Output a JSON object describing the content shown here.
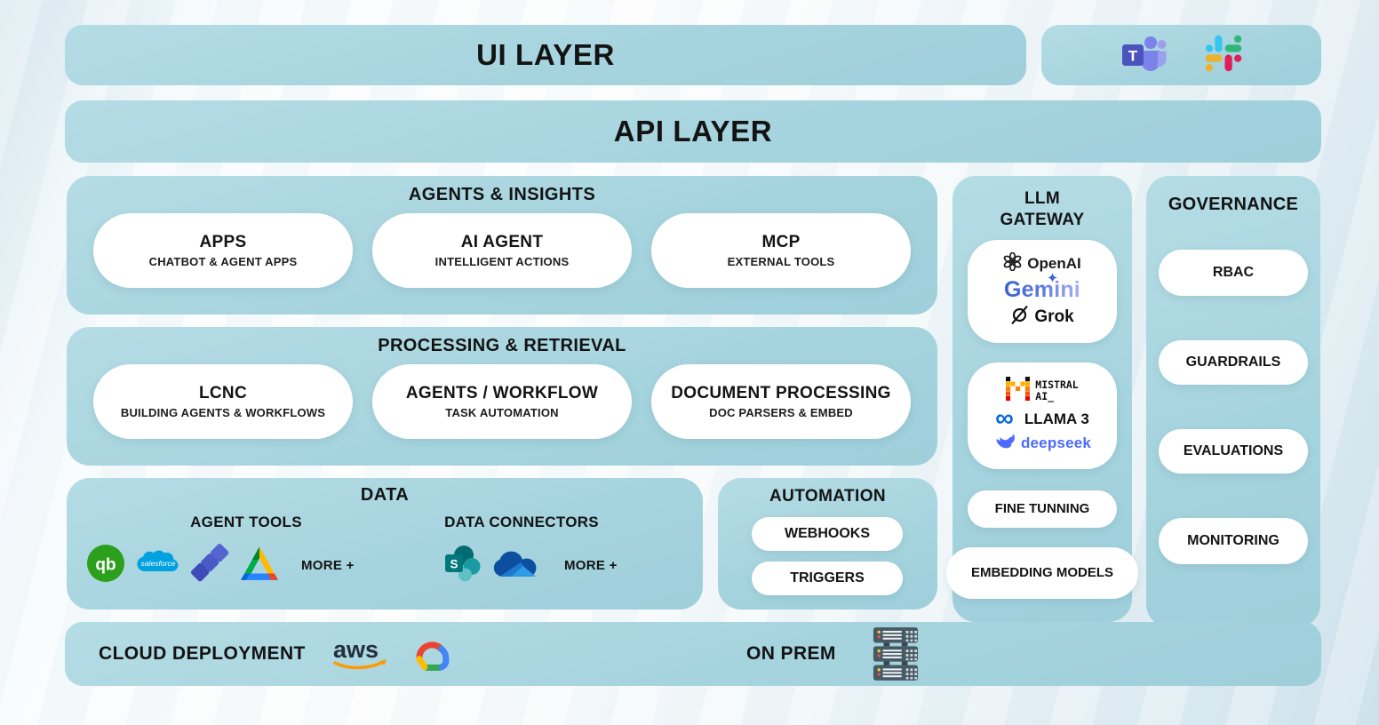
{
  "ui_layer": {
    "title": "UI LAYER",
    "icons": [
      "microsoft-teams",
      "slack"
    ],
    "teams_letter": "T"
  },
  "api_layer": {
    "title": "API LAYER"
  },
  "agents_insights": {
    "title": "AGENTS & INSIGHTS",
    "cards": [
      {
        "title": "APPS",
        "subtitle": "CHATBOT & AGENT APPS"
      },
      {
        "title": "AI AGENT",
        "subtitle": "INTELLIGENT ACTIONS"
      },
      {
        "title": "MCP",
        "subtitle": "EXTERNAL TOOLS"
      }
    ]
  },
  "processing_retrieval": {
    "title": "PROCESSING & RETRIEVAL",
    "cards": [
      {
        "title": "LCNC",
        "subtitle": "BUILDING AGENTS & WORKFLOWS"
      },
      {
        "title": "AGENTS / WORKFLOW",
        "subtitle": "TASK AUTOMATION"
      },
      {
        "title": "DOCUMENT PROCESSING",
        "subtitle": "DOC PARSERS & EMBED"
      }
    ]
  },
  "data_section": {
    "title": "DATA",
    "agent_tools": {
      "label": "AGENT TOOLS",
      "icons": [
        "quickbooks",
        "salesforce",
        "jira",
        "google-drive"
      ],
      "quickbooks_text": "qb",
      "salesforce_text": "salesforce",
      "more_label": "MORE +"
    },
    "data_connectors": {
      "label": "DATA CONNECTORS",
      "icons": [
        "sharepoint",
        "onedrive"
      ],
      "sharepoint_letter": "S",
      "more_label": "MORE +"
    }
  },
  "automation": {
    "title": "AUTOMATION",
    "pills": [
      "WEBHOOKS",
      "TRIGGERS"
    ]
  },
  "llm_gateway": {
    "title_line1": "LLM",
    "title_line2": "GATEWAY",
    "providers_primary": {
      "openai": "OpenAI",
      "gemini": "Gemini",
      "grok": "Grok"
    },
    "providers_secondary": {
      "mistral_line1": "MISTRAL",
      "mistral_line2": "AI_",
      "llama": "LLAMA 3",
      "llama_symbol": "∞",
      "deepseek": "deepseek"
    },
    "pills": {
      "fine_tuning": "FINE TUNNING",
      "embedding": "EMBEDDING MODELS"
    }
  },
  "governance": {
    "title": "GOVERNANCE",
    "pills": [
      "RBAC",
      "GUARDRAILS",
      "EVALUATIONS",
      "MONITORING"
    ]
  },
  "deployment": {
    "cloud_label": "CLOUD DEPLOYMENT",
    "cloud_icons": [
      "aws",
      "google-cloud"
    ],
    "aws_text": "aws",
    "onprem_label": "ON PREM",
    "onprem_icons": [
      "server-rack"
    ]
  },
  "colors": {
    "panel_blue": "#a6d4de",
    "card_white": "#ffffff",
    "text_dark": "#131313",
    "teams_purple": "#4b53bc",
    "slack_blue": "#36C5F0",
    "slack_green": "#2EB67D",
    "slack_red": "#E01E5A",
    "slack_yellow": "#ECB22E",
    "quickbooks_green": "#2CA01C",
    "salesforce_blue": "#00A1E0",
    "jira_indigo": "#4a5ac6",
    "meta_blue": "#0668E1",
    "deepseek_blue": "#4D6BFE",
    "aws_orange": "#FF9900",
    "aws_navy": "#232F3E"
  }
}
